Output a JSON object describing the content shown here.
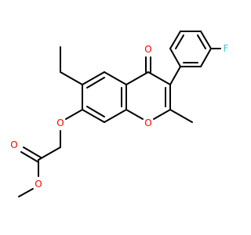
{
  "molecule": {
    "atom_labels": {
      "carbonyl_oxygen": "O",
      "ring_oxygen": "O",
      "ether_oxygen": "O",
      "ester_carbonyl_oxygen": "O",
      "ester_oxygen": "O",
      "fluorine": "F"
    },
    "colors": {
      "bond": "#000000",
      "oxygen": "#ff0000",
      "fluorine": "#33cccc",
      "background": "#ffffff"
    }
  }
}
